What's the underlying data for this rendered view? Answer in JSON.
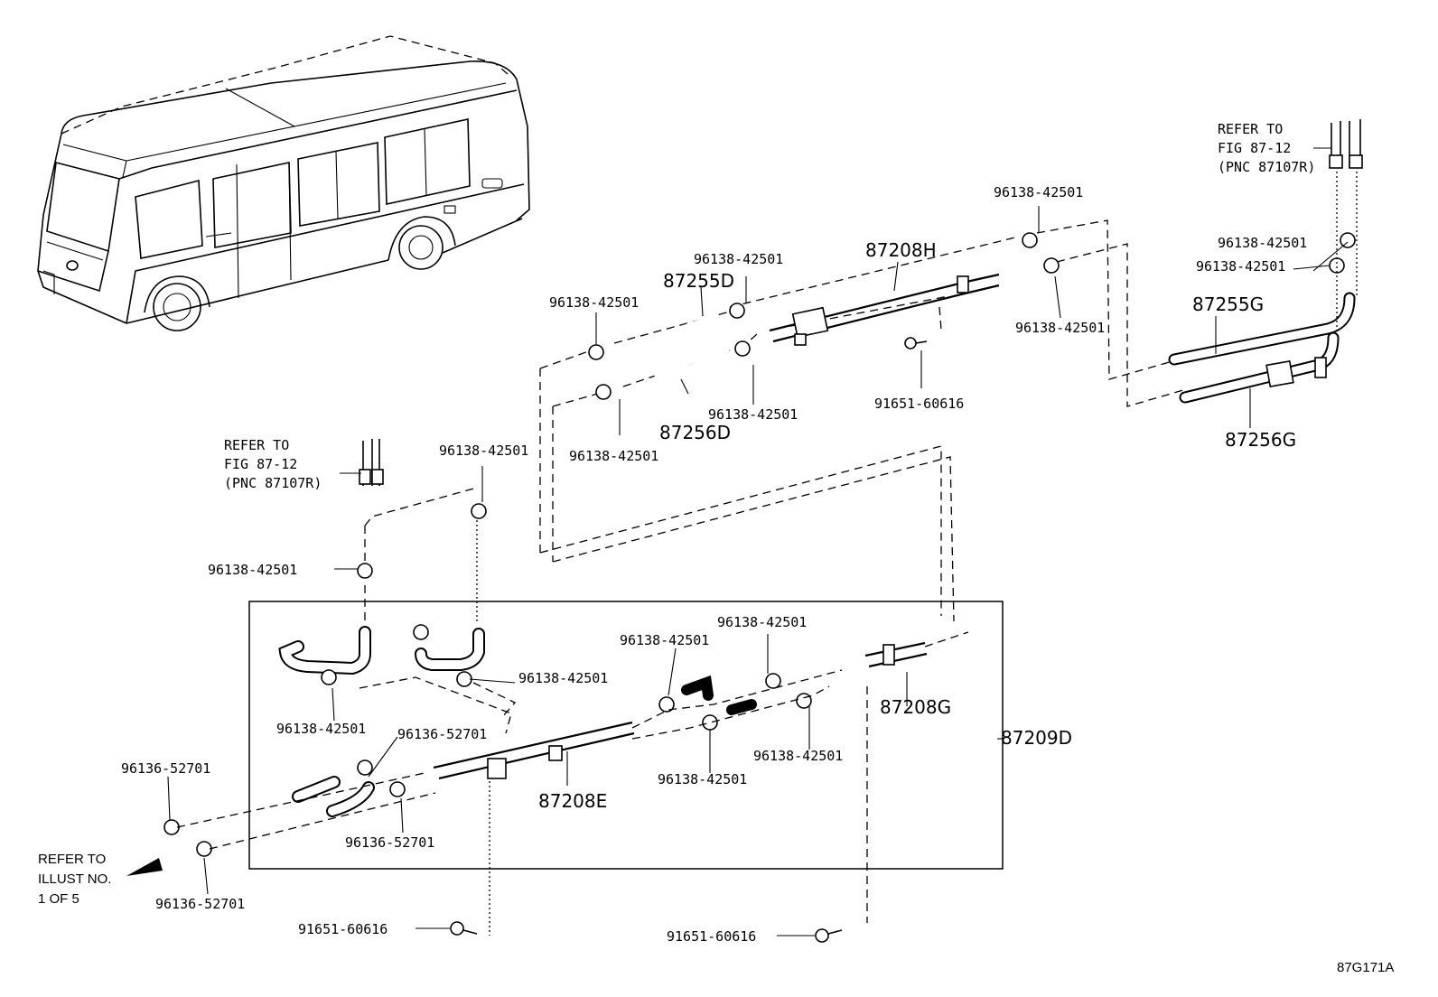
{
  "labels": {
    "refer_fig_top": [
      "REFER TO",
      "FIG 87-12",
      "(PNC 87107R)"
    ],
    "refer_fig_left": [
      "REFER TO",
      "FIG 87-12",
      "(PNC 87107R)"
    ],
    "refer_illust": [
      "REFER TO",
      "ILLUST NO.",
      "1 OF 5"
    ],
    "clamp_96138": "96138-42501",
    "clamp_96136": "96136-52701",
    "bolt_91651": "91651-60616",
    "p87208H": "87208H",
    "p87255D": "87255D",
    "p87256D": "87256D",
    "p87255G": "87255G",
    "p87256G": "87256G",
    "p87208G": "87208G",
    "p87209D": "87209D",
    "p87208E": "87208E",
    "figure_code": "87G171A"
  }
}
